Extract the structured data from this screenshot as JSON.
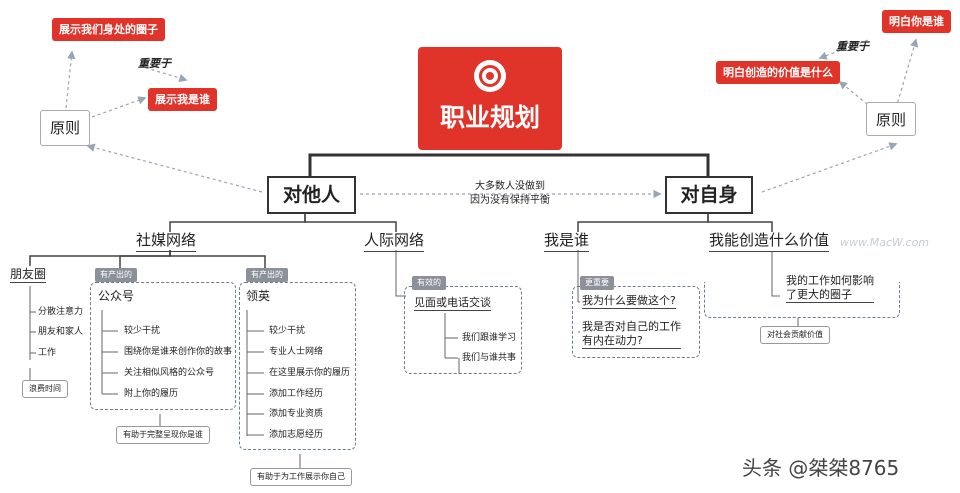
{
  "center": {
    "title": "职业规划"
  },
  "relations": {
    "left_top": "重要于",
    "right_top": "重要于"
  },
  "principle_left": "原则",
  "principle_right": "原则",
  "top_left": {
    "a": "展示我们身处的圈子",
    "b": "展示我是谁"
  },
  "top_right": {
    "a": "明白你是谁",
    "b": "明白创造的价值是什么"
  },
  "branch_left": "对他人",
  "branch_right": "对自身",
  "middle_note": {
    "line1": "大多数人没做到",
    "line2": "因为没有保持平衡"
  },
  "social": {
    "title": "社媒网络",
    "friends": {
      "title": "朋友圈",
      "items": [
        "分散注意力",
        "朋友和家人",
        "工作"
      ],
      "footer": "浪费时间"
    },
    "wechat": {
      "tag": "有产出的",
      "title": "公众号",
      "items": [
        "较少干扰",
        "围绕你是谁来创作你的故事",
        "关注相似风格的公众号",
        "附上你的履历"
      ],
      "footer": "有助于完整呈现你是谁"
    },
    "linkedin": {
      "tag": "有产出的",
      "title": "领英",
      "items": [
        "较少干扰",
        "专业人士网络",
        "在这里展示你的履历",
        "添加工作经历",
        "添加专业资质",
        "添加志愿经历"
      ],
      "footer": "有助于为工作展示你自己"
    }
  },
  "people": {
    "title": "人际网络",
    "tag": "有效的",
    "item": "见面或电话交谈",
    "sub": [
      "我们跟谁学习",
      "我们与谁共事"
    ]
  },
  "whoami": {
    "title": "我是谁",
    "tag": "更重要",
    "q1": "我为什么要做这个?",
    "q2": [
      "我是否对自己的工作",
      "有内在动力?"
    ]
  },
  "value": {
    "title": "我能创造什么价值",
    "text": [
      "我的工作如何影响",
      "了更大的圈子"
    ],
    "footer": "对社会贡献价值"
  },
  "watermark": {
    "site": "www.MacW.com",
    "account": "头条 @桀桀8765"
  }
}
